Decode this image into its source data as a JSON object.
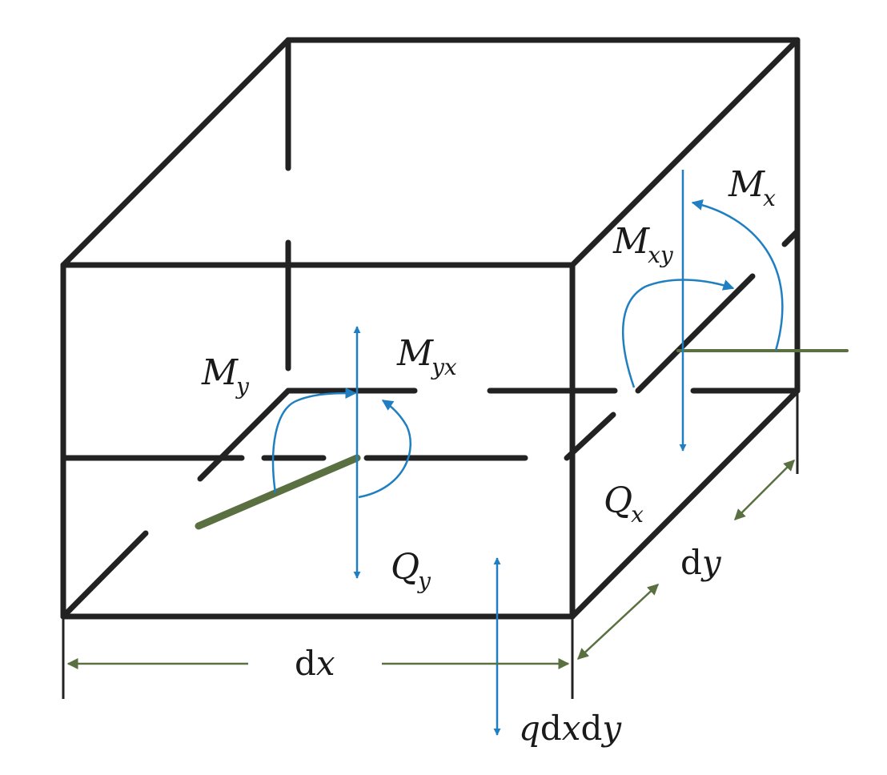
{
  "colors": {
    "edge": "#222222",
    "moment": "#1f7fc0",
    "dimension": "#5a7040",
    "rod": "#5a7040"
  },
  "labels": {
    "my": {
      "main": "M",
      "sub": "y"
    },
    "myx": {
      "main": "M",
      "sub": "yx"
    },
    "mx": {
      "main": "M",
      "sub": "x"
    },
    "mxy": {
      "main": "M",
      "sub": "xy"
    },
    "qx": {
      "main": "Q",
      "sub": "x"
    },
    "qy": {
      "main": "Q",
      "sub": "y"
    },
    "dx": {
      "d": "d",
      "var": "x"
    },
    "dy": {
      "d": "d",
      "var": "y"
    },
    "load": {
      "q": "q",
      "d1": "d",
      "x": "x",
      "d2": "d",
      "y": "y"
    }
  }
}
